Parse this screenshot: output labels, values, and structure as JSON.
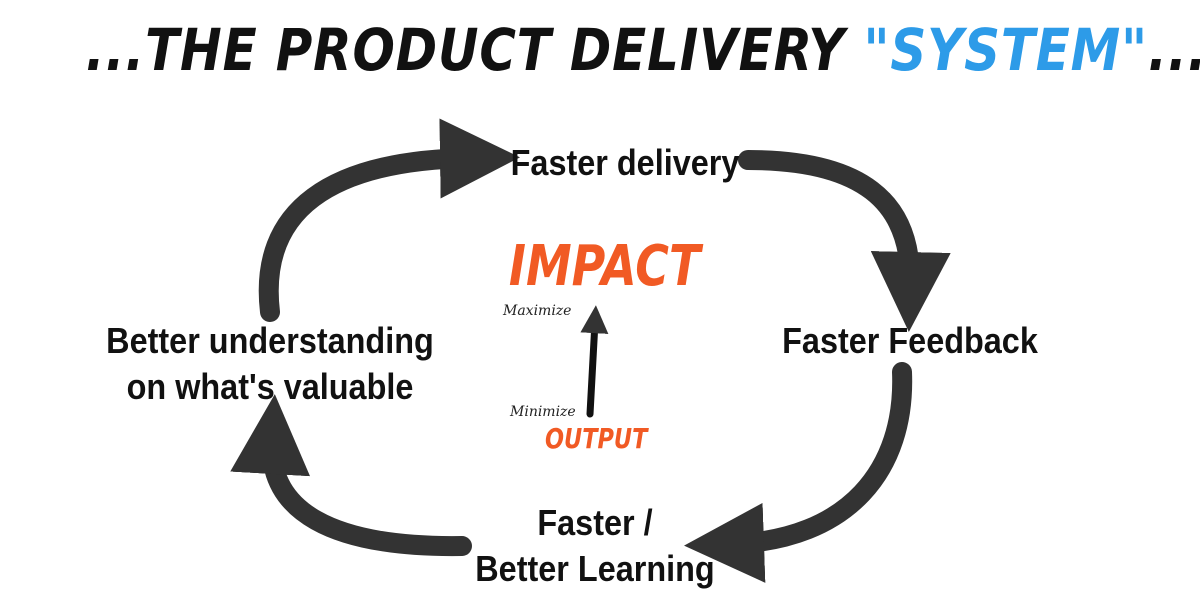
{
  "title": {
    "prefix": "...THE PRODUCT DELIVERY ",
    "highlight": "\"SYSTEM\"",
    "suffix": "...",
    "accent_color": "#2d9be8"
  },
  "cycle": {
    "nodes": {
      "delivery": "Faster delivery",
      "feedback": "Faster Feedback",
      "learning_line1": "Faster /",
      "learning_line2": "Better Learning",
      "understanding_line1": "Better understanding",
      "understanding_line2": "on what's valuable"
    },
    "arrow_color": "#333333"
  },
  "center": {
    "impact": "IMPACT",
    "maximize": "Maximize",
    "minimize": "Minimize",
    "output": "OUTPUT",
    "accent_color": "#f15a24"
  }
}
